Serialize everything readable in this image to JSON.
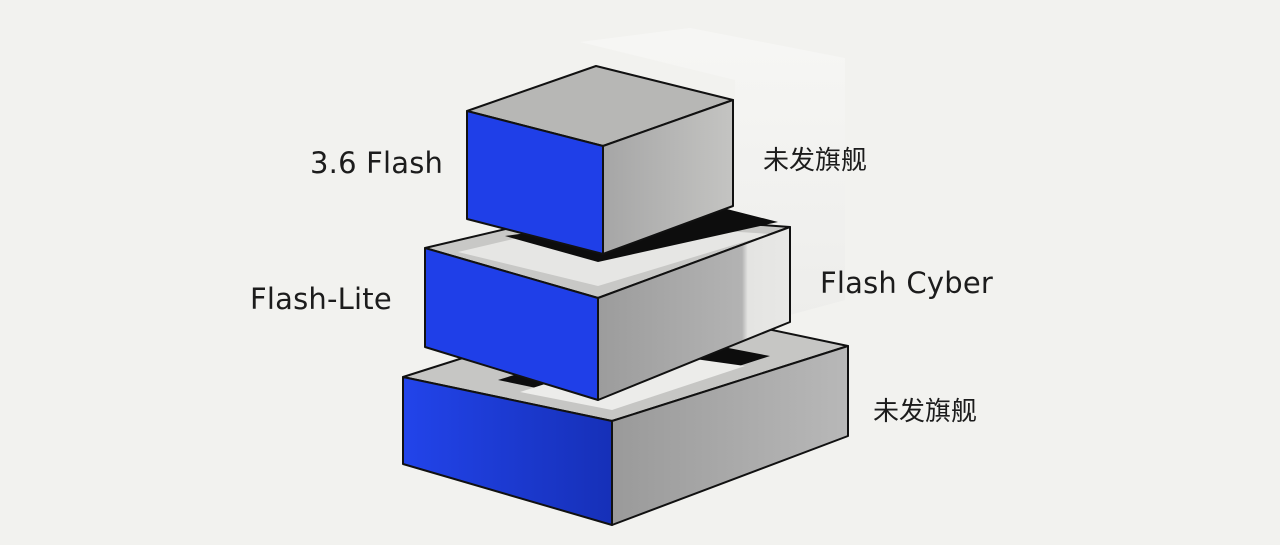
{
  "labels": {
    "top_left": "3.6 Flash",
    "top_right": "未发旗舰",
    "middle_left": "Flash-Lite",
    "middle_right": "Flash Cyber",
    "bottom_right": "未发旗舰"
  },
  "colors": {
    "background": "#f2f2ef",
    "front_blue": "#1f3fe8",
    "front_blue_dark": "#1630b8",
    "gray_face": "#a8a8a8",
    "gray_light": "#d9d9d7",
    "top_face": "#b9b9b7",
    "outline": "#111111"
  }
}
